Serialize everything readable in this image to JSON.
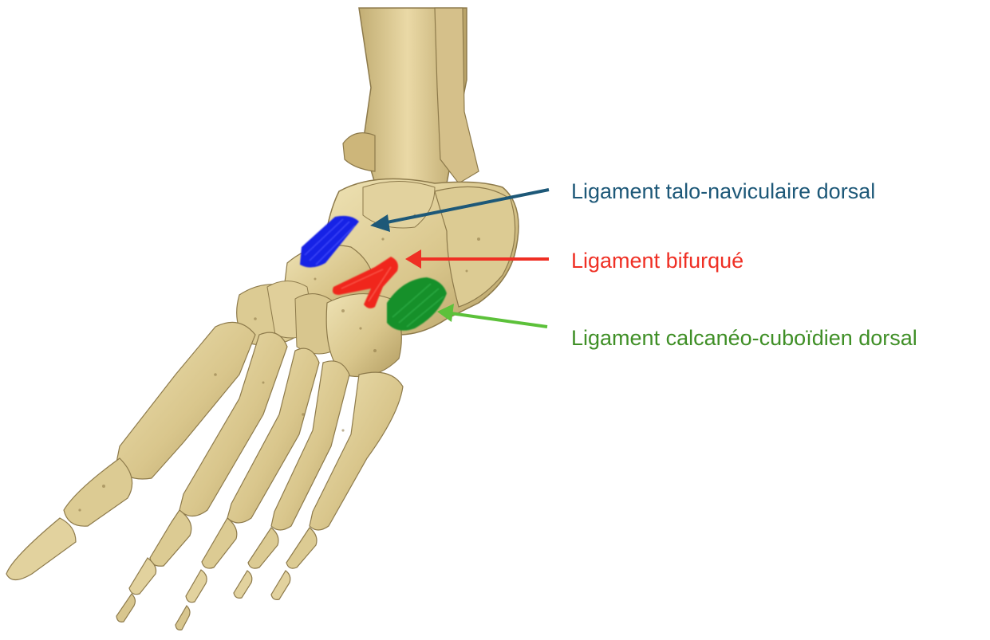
{
  "labels": {
    "talo_naviculaire": "Ligament talo-naviculaire dorsal",
    "bifurque": "Ligament bifurqué",
    "calcaneo_cuboidien": "Ligament calcanéo-cuboïdien dorsal"
  },
  "colors": {
    "talo_naviculaire_text": "#1d5878",
    "talo_naviculaire_ligament": "#1620e6",
    "bifurque_text": "#ef2f24",
    "bifurque_ligament": "#f0281e",
    "calcaneo_cuboidien_text": "#3f8f26",
    "calcaneo_cuboidien_ligament": "#16902a",
    "arrow_green": "#5cc13a",
    "bone": "#dccb93",
    "bone_shadow": "#a99560"
  }
}
